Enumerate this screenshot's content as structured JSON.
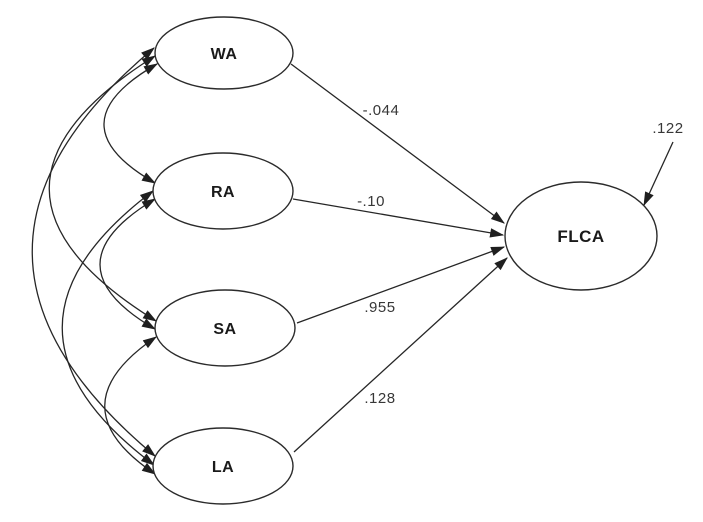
{
  "diagram": {
    "type": "structural-equation-model-path-diagram",
    "colors": {
      "background": "#ffffff",
      "line": "#262626",
      "node_border": "#2b2b2b",
      "node_fill": "#ffffff",
      "label_text": "#1a1a1a",
      "coefficient_text": "#373737"
    },
    "latent_variables": [
      {
        "id": "WA",
        "label": "WA"
      },
      {
        "id": "RA",
        "label": "RA"
      },
      {
        "id": "SA",
        "label": "SA"
      },
      {
        "id": "LA",
        "label": "LA"
      },
      {
        "id": "FLCA",
        "label": "FLCA"
      }
    ],
    "paths": [
      {
        "from": "WA",
        "to": "FLCA",
        "coefficient": "-.044"
      },
      {
        "from": "RA",
        "to": "FLCA",
        "coefficient": "-.10"
      },
      {
        "from": "SA",
        "to": "FLCA",
        "coefficient": ".955"
      },
      {
        "from": "LA",
        "to": "FLCA",
        "coefficient": ".128"
      }
    ],
    "error_term": {
      "target": "FLCA",
      "value": ".122"
    },
    "covariances": [
      {
        "between": [
          "WA",
          "RA"
        ]
      },
      {
        "between": [
          "WA",
          "SA"
        ]
      },
      {
        "between": [
          "WA",
          "LA"
        ]
      },
      {
        "between": [
          "RA",
          "SA"
        ]
      },
      {
        "between": [
          "RA",
          "LA"
        ]
      },
      {
        "between": [
          "SA",
          "LA"
        ]
      }
    ]
  }
}
